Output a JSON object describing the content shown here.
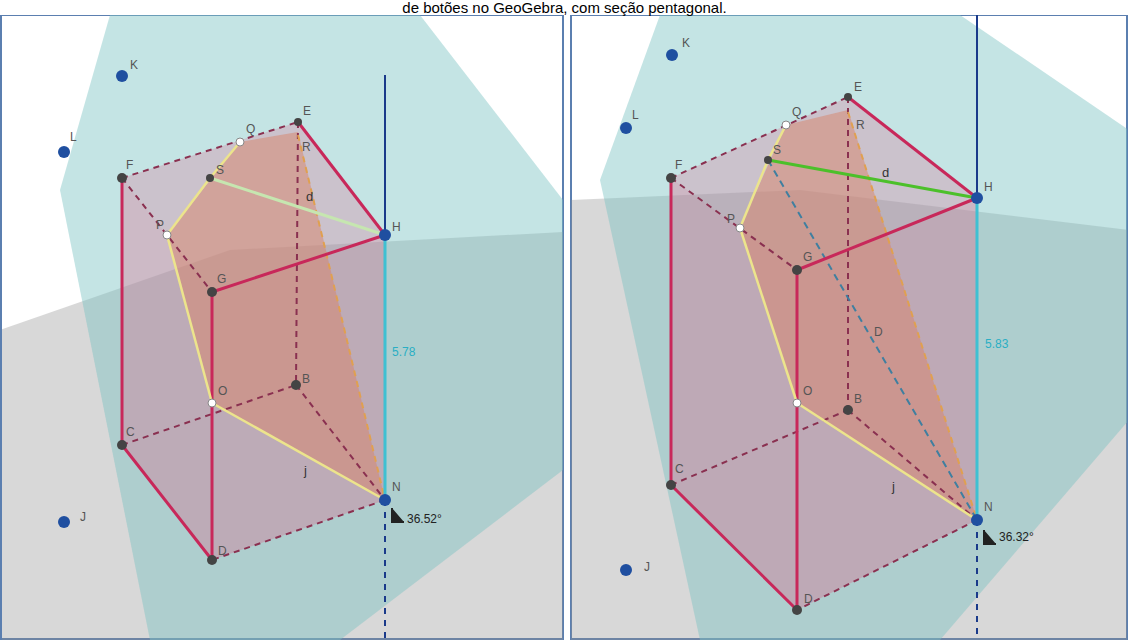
{
  "diagram": {
    "caption": "de botões no GeoGebra, com seção pentagonal.",
    "labels": [
      "K",
      "L",
      "F",
      "Q",
      "S",
      "E",
      "R",
      "P",
      "d",
      "H",
      "G",
      "5.78",
      "B",
      "O",
      "C",
      "J",
      "j",
      "D",
      "N",
      "36.52°",
      "K",
      "L",
      "F",
      "Q",
      "S",
      "E",
      "R",
      "P",
      "d",
      "H",
      "G",
      "D",
      "5.83",
      "O",
      "B",
      "C",
      "J",
      "j",
      "N",
      "D",
      "36.32°"
    ]
  }
}
